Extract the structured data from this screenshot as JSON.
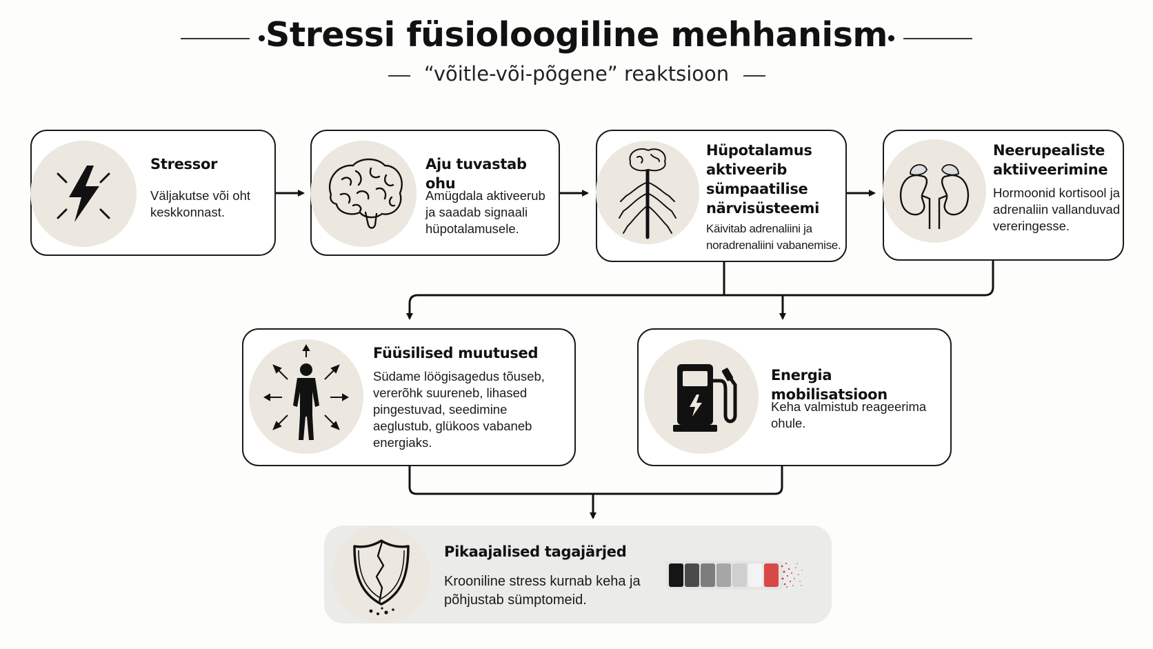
{
  "title": "Stressi füsioloogiline mehhanism",
  "subtitle": "“võitle-või-põgene” reaktsioon",
  "steps": [
    {
      "title": "Stressor",
      "text": "Väljakutse või oht keskkonnast.",
      "icon": "lightning-icon"
    },
    {
      "title": "Aju tuvastab ohu",
      "text": "Amügdala aktiveerub ja saadab signaali hüpotalamusele.",
      "icon": "brain-icon"
    },
    {
      "title": "Hüpotalamus aktiveerib sümpaatilise närvisüsteemi",
      "text": "Käivitab adrenaliini ja noradrenaliini vabanemise.",
      "icon": "nervous-system-icon"
    },
    {
      "title": "Neerupealiste aktiiveerimine",
      "text": "Hormoonid kortisool ja adrenaliin vallanduvad vereringesse.",
      "icon": "kidneys-icon"
    },
    {
      "title": "Füüsilised muutused",
      "text": "Südame löögisagedus tõuseb, vererõhk suureneb, lihased pingestuvad, seedimine aeglustub, glükoos vabaneb energiaks.",
      "icon": "human-body-icon"
    },
    {
      "title": "Energia mobilisatsioon",
      "text": "Keha valmistub reageerima ohule.",
      "icon": "fuel-pump-icon"
    },
    {
      "title": "Pikaajalised tagajärjed",
      "text": "Krooniline stress kurnab keha ja põhjustab sümptomeid.",
      "icon": "cracked-shield-icon"
    }
  ],
  "depletion_bar": {
    "icon": "depletion-bar-icon",
    "colors": [
      "#151515",
      "#4a4a4a",
      "#7d7d7d",
      "#a6a6a6",
      "#cfcfcf",
      "#f3f3f3",
      "#d84848"
    ]
  }
}
